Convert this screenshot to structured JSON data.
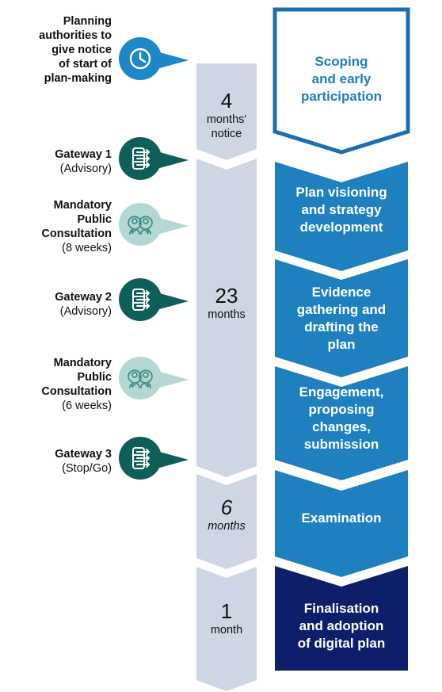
{
  "stages": [
    {
      "name": "Scoping and early participation",
      "lines": [
        "Scoping",
        "and early",
        "participation"
      ],
      "style": "outline"
    },
    {
      "name": "Plan visioning and strategy development",
      "lines": [
        "Plan visioning",
        "and strategy",
        "development"
      ],
      "style": "mid"
    },
    {
      "name": "Evidence gathering and drafting the plan",
      "lines": [
        "Evidence",
        "gathering and",
        "drafting the",
        "plan"
      ],
      "style": "mid"
    },
    {
      "name": "Engagement, proposing changes, submission",
      "lines": [
        "Engagement,",
        "proposing",
        "changes,",
        "submission"
      ],
      "style": "mid"
    },
    {
      "name": "Examination",
      "lines": [
        "Examination"
      ],
      "style": "mid"
    },
    {
      "name": "Finalisation and adoption of digital plan",
      "lines": [
        "Finalisation",
        "and adoption",
        "of digital plan"
      ],
      "style": "dark"
    }
  ],
  "timeline": [
    {
      "number": "4",
      "unit_lines": [
        "months'",
        "notice"
      ],
      "italic": false
    },
    {
      "number": "23",
      "unit_lines": [
        "months"
      ],
      "italic": false
    },
    {
      "number": "6",
      "unit_lines": [
        "months"
      ],
      "italic": true
    },
    {
      "number": "1",
      "unit_lines": [
        "month"
      ],
      "italic": false
    }
  ],
  "events": [
    {
      "title_lines": [
        "Planning",
        "authorities to",
        "give notice",
        "of start of",
        "plan-making"
      ],
      "note": "",
      "icon": "clock-icon",
      "kind": "notice"
    },
    {
      "title_lines": [
        "Gateway 1"
      ],
      "note": "(Advisory)",
      "icon": "gateway-icon",
      "kind": "gateway"
    },
    {
      "title_lines": [
        "Mandatory",
        "Public",
        "Consultation"
      ],
      "note": "(8 weeks)",
      "icon": "people-icon",
      "kind": "consultation"
    },
    {
      "title_lines": [
        "Gateway 2"
      ],
      "note": "(Advisory)",
      "icon": "gateway-icon",
      "kind": "gateway"
    },
    {
      "title_lines": [
        "Mandatory",
        "Public",
        "Consultation"
      ],
      "note": "(6 weeks)",
      "icon": "people-icon",
      "kind": "consultation"
    },
    {
      "title_lines": [
        "Gateway 3"
      ],
      "note": "(Stop/Go)",
      "icon": "gateway-icon",
      "kind": "gateway"
    }
  ],
  "colors": {
    "notice_blue": "#1d87c9",
    "gateway_green": "#0e5f5a",
    "consultation_green": "#b3d8d3",
    "consultation_stroke": "#3f8f88",
    "stage_blue": "#1f80c0",
    "stage_dark": "#0d1f6b",
    "stage_outline": "#1b6fb0",
    "stage_outline_text": "#1f7fbf",
    "timeline_grey": "#cfd6e3"
  }
}
